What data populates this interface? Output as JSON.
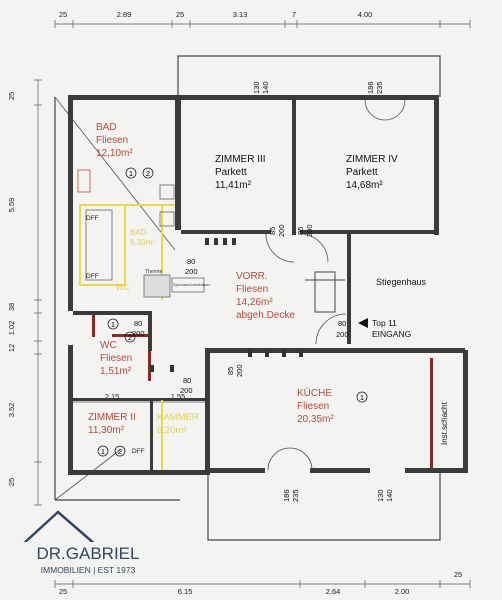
{
  "dimensions": {
    "top": [
      "25",
      "2.89",
      "25",
      "3.13",
      "7",
      "4.00"
    ],
    "left": [
      "25",
      "5.59",
      "38",
      "1.02",
      "12",
      "3.52",
      "25"
    ],
    "bottom": [
      "25",
      "6.15",
      "2.64",
      "2.00",
      "25"
    ],
    "inner": [
      "2.15",
      "1.55"
    ]
  },
  "rooms": {
    "bad": {
      "name": "BAD",
      "floor": "Fliesen",
      "area": "12,10m²"
    },
    "zimmer3": {
      "name": "ZIMMER III",
      "floor": "Parkett",
      "area": "11,41m²"
    },
    "zimmer4": {
      "name": "ZIMMER IV",
      "floor": "Parkett",
      "area": "14,68m²"
    },
    "bad2": {
      "name": "BAD",
      "area": "8,30m²"
    },
    "wc_faded": {
      "name": "WC"
    },
    "vorr": {
      "name": "VORR.",
      "floor": "Fliesen",
      "area": "14,26m²",
      "note": "abgeh.Decke"
    },
    "stiegenhaus": {
      "name": "Stiegenhaus"
    },
    "top11": {
      "name": "Top 11",
      "entry": "EINGANG"
    },
    "wc": {
      "name": "WC",
      "floor": "Fliesen",
      "area": "1,51m²"
    },
    "kueche": {
      "name": "KÜCHE",
      "floor": "Fliesen",
      "area": "20,35m²"
    },
    "zimmer2": {
      "name": "ZIMMER II",
      "area": "11,30m²"
    },
    "kammer": {
      "name": "KAMMER",
      "area": "6,20m²"
    },
    "instschacht": {
      "name": "Inst.schacht"
    }
  },
  "labels": {
    "dff1": "DFF",
    "dff2": "DFF",
    "dff3": "DFF",
    "therme": "Therme",
    "sprossen": "Sprossen-heizkörper",
    "one": "1",
    "two": "2"
  },
  "doors": {
    "d1": {
      "w": "80",
      "h": "200"
    },
    "d2": {
      "w": "85",
      "h": "200"
    },
    "d3": {
      "w": "85",
      "h": "200"
    },
    "d4": {
      "w": "80",
      "h": "200"
    },
    "d5": {
      "w": "80",
      "h": "200"
    },
    "d6": {
      "w": "80",
      "h": "200"
    },
    "d7": {
      "w": "85",
      "h": "200"
    },
    "w1": {
      "a": "130",
      "b": "140"
    },
    "w2": {
      "a": "186",
      "b": "235"
    },
    "w3": {
      "a": "186",
      "b": "235"
    },
    "w4": {
      "a": "130",
      "b": "140"
    }
  },
  "logo": {
    "name": "DR.GABRIEL",
    "sub": "IMMOBILIEN | EST 1973",
    "color": "#33455f"
  },
  "colors": {
    "accent": "#b84a3a",
    "yellow": "#e8d84a",
    "wall": "#3b3b3b"
  }
}
